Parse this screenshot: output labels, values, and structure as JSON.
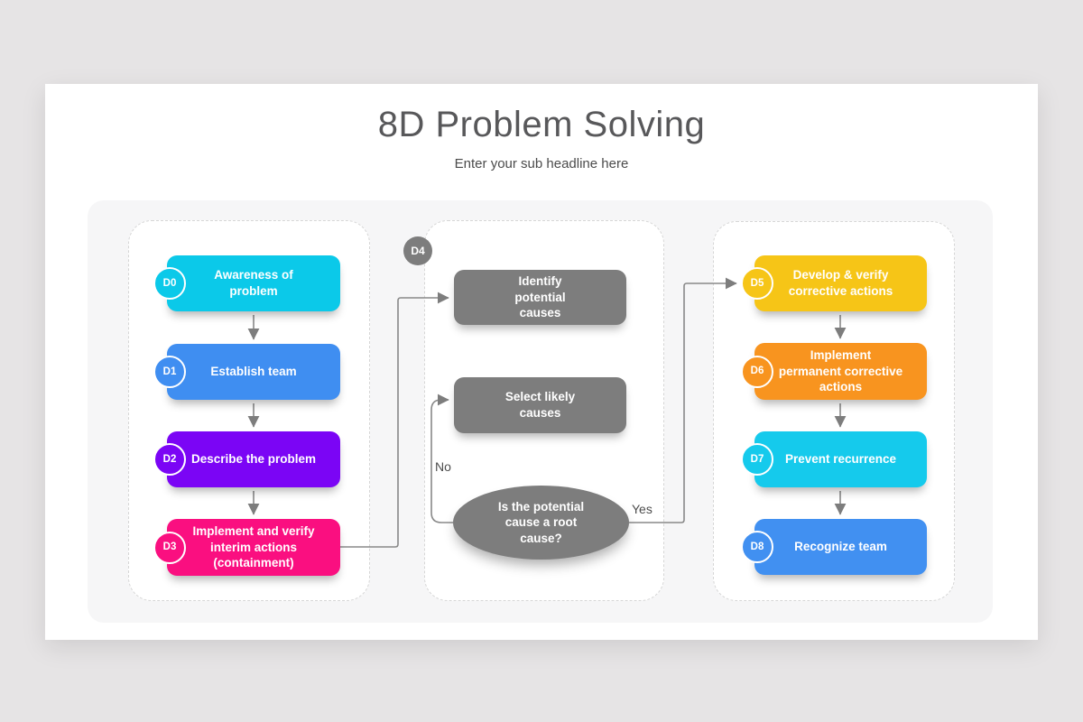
{
  "title": "8D Problem Solving",
  "subtitle": "Enter your sub headline here",
  "flow": {
    "left": {
      "steps": [
        {
          "id": "D0",
          "lines": [
            "Awareness of",
            "problem"
          ],
          "color": "#0BC9E9"
        },
        {
          "id": "D1",
          "lines": [
            "Establish team"
          ],
          "color": "#3F8EF1"
        },
        {
          "id": "D2",
          "lines": [
            "Describe the problem"
          ],
          "color": "#7B05F5"
        },
        {
          "id": "D3",
          "lines": [
            "Implement and verify",
            "interim actions",
            "(containment)"
          ],
          "color": "#FA0F80"
        }
      ]
    },
    "middle": {
      "badge": {
        "id": "D4",
        "color": "#7D7D7D"
      },
      "boxes": [
        {
          "lines": [
            "Identify",
            "potential",
            "causes"
          ],
          "color": "#7D7D7D"
        },
        {
          "lines": [
            "Select likely",
            "causes"
          ],
          "color": "#7D7D7D"
        }
      ],
      "decision": {
        "lines": [
          "Is the potential",
          "cause a root",
          "cause?"
        ],
        "color": "#7D7D7D"
      },
      "no_label": "No",
      "yes_label": "Yes"
    },
    "right": {
      "steps": [
        {
          "id": "D5",
          "lines": [
            "Develop & verify",
            "corrective actions"
          ],
          "color": "#F6C517"
        },
        {
          "id": "D6",
          "lines": [
            "Implement",
            "permanent corrective",
            "actions"
          ],
          "color": "#F8941F"
        },
        {
          "id": "D7",
          "lines": [
            "Prevent recurrence"
          ],
          "color": "#15CAEC"
        },
        {
          "id": "D8",
          "lines": [
            "Recognize team"
          ],
          "color": "#4190F1"
        }
      ]
    }
  },
  "colors": {
    "page_background": "#E6E4E5",
    "card": "#FFFFFF",
    "panel": "#F6F6F7",
    "connector": "#898989",
    "title_text": "#58585A",
    "gray_shape": "#7D7D7D"
  }
}
